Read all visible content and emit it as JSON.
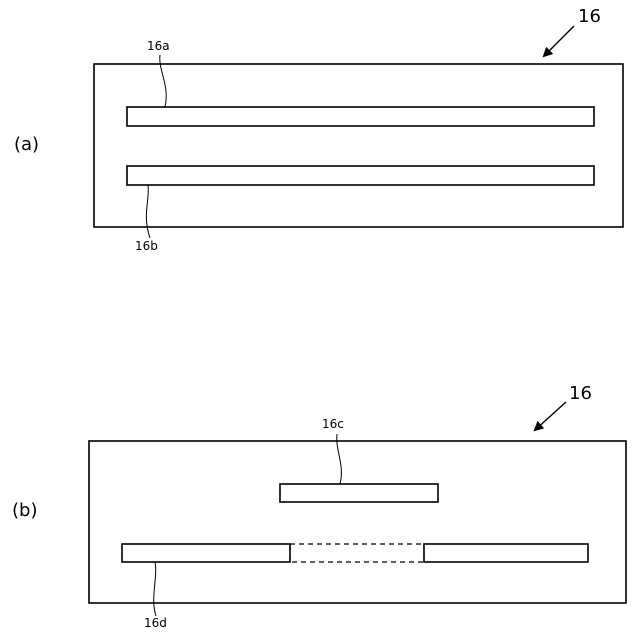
{
  "figure_a": {
    "panel_label": "(a)",
    "reference": "16",
    "parts": {
      "top_slot": "16a",
      "bottom_slot": "16b"
    }
  },
  "figure_b": {
    "panel_label": "(b)",
    "reference": "16",
    "parts": {
      "upper_slot": "16c",
      "lower_slot": "16d"
    }
  }
}
